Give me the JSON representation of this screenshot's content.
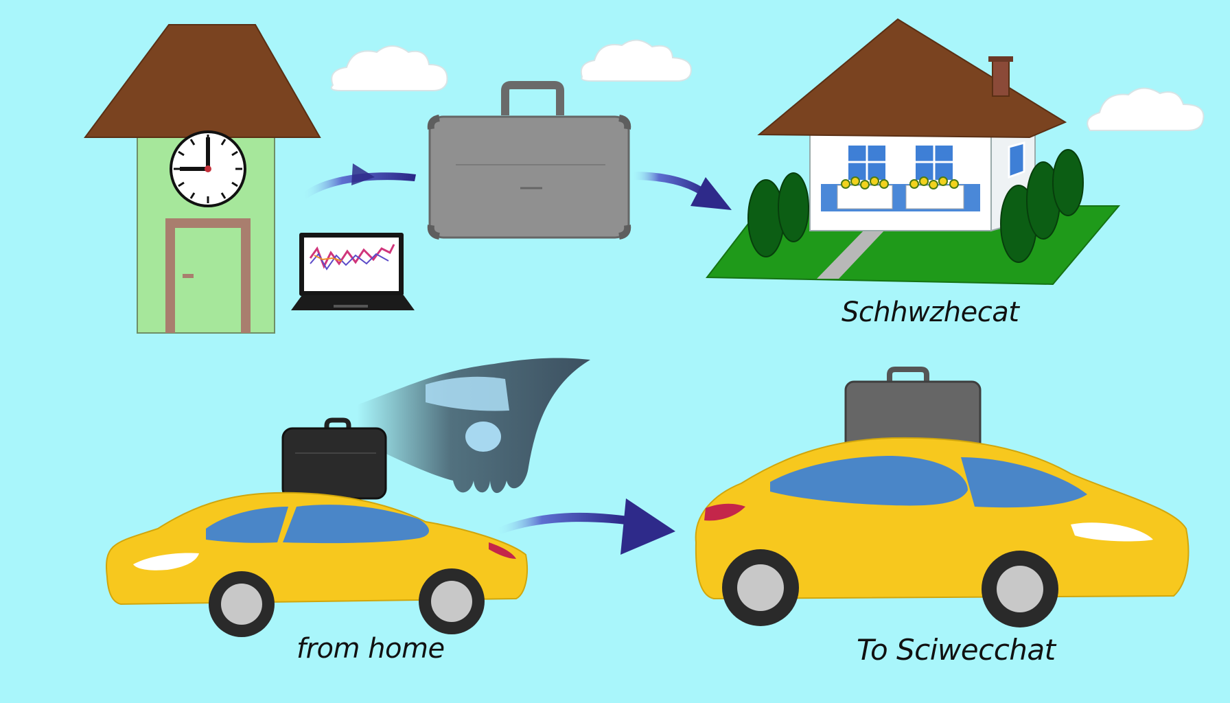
{
  "captions": {
    "destination": "Schhwzhecat",
    "from": "from home",
    "to": "To Sciwecchat"
  },
  "colors": {
    "sky": "#a9f6fb",
    "roof": "#7a4320",
    "taxi": "#f7c81e",
    "taxi_window": "#4a86c8",
    "arrow": "#2e2a8a",
    "grass": "#1f9a1a",
    "building_wall": "#a6e79b",
    "suitcase": "#8f8f8f"
  },
  "icons": [
    "clock-tower-icon",
    "clock-icon",
    "laptop-icon",
    "suitcase-icon",
    "house-icon",
    "taxi-icon",
    "motion-car-icon",
    "arrow-icon",
    "cloud-icon"
  ]
}
